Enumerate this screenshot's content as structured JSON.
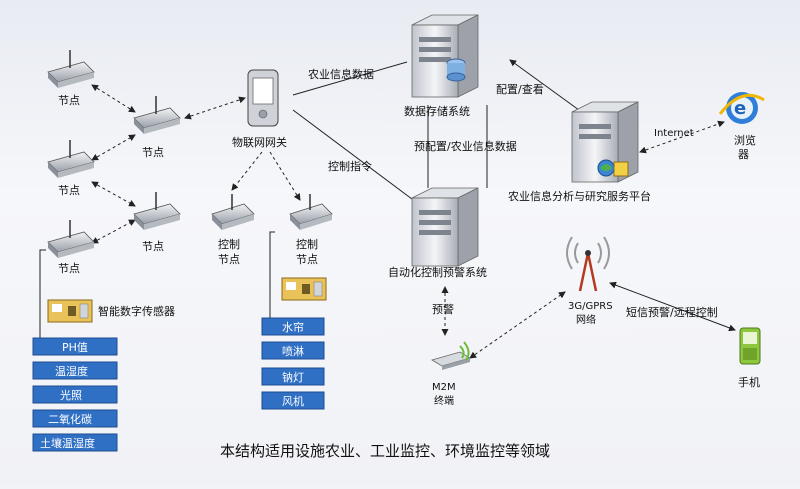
{
  "nodes": {
    "node1": "节点",
    "node2": "节点",
    "node3": "节点",
    "node4": "节点",
    "node5": "节点"
  },
  "sensor": "智能数字传感器",
  "sensor_values": [
    "PH值",
    "温湿度",
    "光照",
    "二氧化碳",
    "土壤温湿度"
  ],
  "gateway": "物联网网关",
  "control_node_1": [
    "控制",
    "节点"
  ],
  "control_node_2": [
    "控制",
    "节点"
  ],
  "actuators": [
    "水帘",
    "喷淋",
    "钠灯",
    "风机"
  ],
  "data_storage": "数据存储系统",
  "analysis_platform": "农业信息分析与研究服务平台",
  "auto_control": "自动化控制预警系统",
  "browser": [
    "浏览",
    "器"
  ],
  "network": [
    "3G/GPRS",
    "网络"
  ],
  "m2m": [
    "M2M",
    "终端"
  ],
  "phone": "手机",
  "edges": {
    "agri_data": "农业信息数据",
    "config_view": "配置/查看",
    "internet": "Internet",
    "control_cmd": "控制指令",
    "preconfig": "预配置/农业信息数据",
    "alarm": "预警",
    "sms": "短信预警/远程控制"
  },
  "footer": "本结构适用设施农业、工业监控、环境监控等领域"
}
